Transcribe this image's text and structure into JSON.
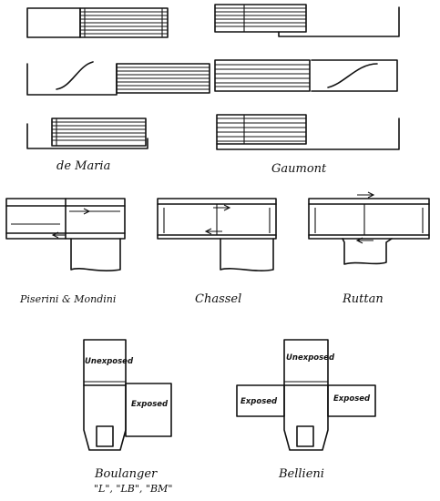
{
  "captions": {
    "de_maria": "de Maria",
    "gaumont": "Gaumont",
    "piserini": "Piserini & Mondini",
    "chassel": "Chassel",
    "ruttan": "Ruttan",
    "boulanger": "Boulanger",
    "boulanger_models": "\"L\", \"LB\", \"BM\"",
    "bellieni": "Bellieni"
  },
  "panel_labels": {
    "unexposed": "Unexposed",
    "exposed": "Exposed"
  }
}
